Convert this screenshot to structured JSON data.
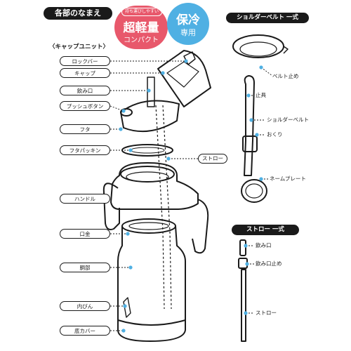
{
  "header": {
    "title": "各部のなまえ",
    "badge_tag": "持ち運びしやすい",
    "badge_main": "超軽量",
    "badge_sub": "コンパクト",
    "cold_main": "保冷",
    "cold_sub": "専用"
  },
  "colors": {
    "badge": "#e8586b",
    "cold_badge": "#4fb0e3",
    "accent_dot": "#4fb0e3",
    "ink": "#1a1a1a"
  },
  "cap_unit": {
    "title": "〈キャップユニット〉",
    "parts": [
      "ロックバー",
      "キャップ",
      "飲み口",
      "プッシュボタン",
      "フタ",
      "フタパッキン"
    ]
  },
  "body_parts": [
    "ハンドル",
    "口金",
    "胴部",
    "内びん",
    "底カバー"
  ],
  "straw_label": "ストロー",
  "shoulder_belt": {
    "title": "ショルダーベルト 一式",
    "parts": [
      "ベルト止め",
      "止具",
      "ショルダーベルト",
      "おくり",
      "ネームプレート"
    ]
  },
  "straw_set": {
    "title": "ストロー 一式",
    "parts": [
      "飲み口",
      "飲み口止め",
      "ストロー"
    ]
  }
}
